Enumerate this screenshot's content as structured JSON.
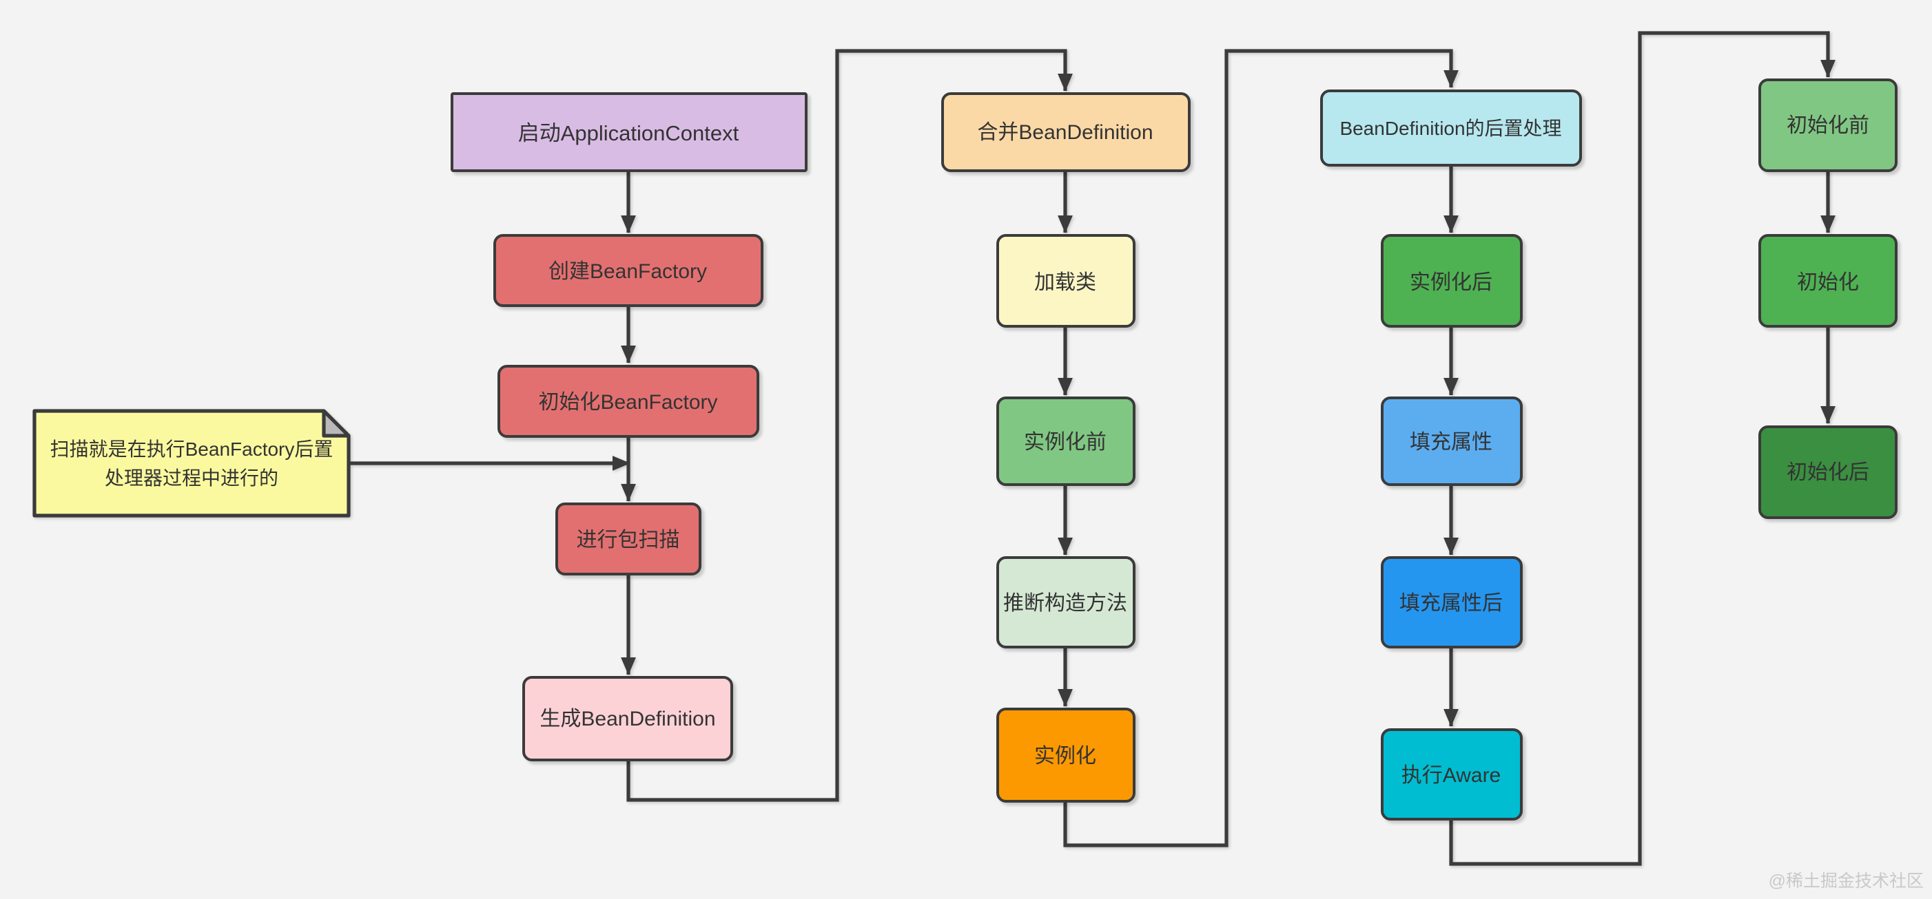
{
  "diagram": {
    "watermark": "@稀土掘金技术社区",
    "colors": {
      "purple": "#d9bce4",
      "red": "#e37070",
      "pink": "#fcd2d7",
      "peach": "#fbd9a6",
      "cream": "#fcf6c5",
      "green_light": "#80c783",
      "green_pale": "#d5e8d4",
      "orange": "#fc9900",
      "cyan_light": "#b7e8f0",
      "green_mid": "#4eb252",
      "blue_light": "#5cadf0",
      "blue": "#2596f0",
      "cyan": "#00bdd1",
      "green_dark": "#3a8f40",
      "note_yellow": "#fbf99f",
      "line": "#3b3b3b"
    },
    "note": {
      "line1": "扫描就是在执行BeanFactory后置",
      "line2": "处理器过程中进行的"
    },
    "columns": {
      "col1": {
        "start": "启动ApplicationContext",
        "create_bean_factory": "创建BeanFactory",
        "init_bean_factory": "初始化BeanFactory",
        "package_scan": "进行包扫描",
        "generate_bean_definition": "生成BeanDefinition"
      },
      "col2": {
        "merge_bean_definition": "合并BeanDefinition",
        "load_class": "加载类",
        "before_instantiation": "实例化前",
        "infer_constructor": "推断构造方法",
        "instantiation": "实例化"
      },
      "col3": {
        "bd_post_processing": "BeanDefinition的后置处理",
        "after_instantiation": "实例化后",
        "populate_properties": "填充属性",
        "after_populate_properties": "填充属性后",
        "execute_aware": "执行Aware"
      },
      "col4": {
        "before_init": "初始化前",
        "init": "初始化",
        "after_init": "初始化后"
      }
    }
  }
}
